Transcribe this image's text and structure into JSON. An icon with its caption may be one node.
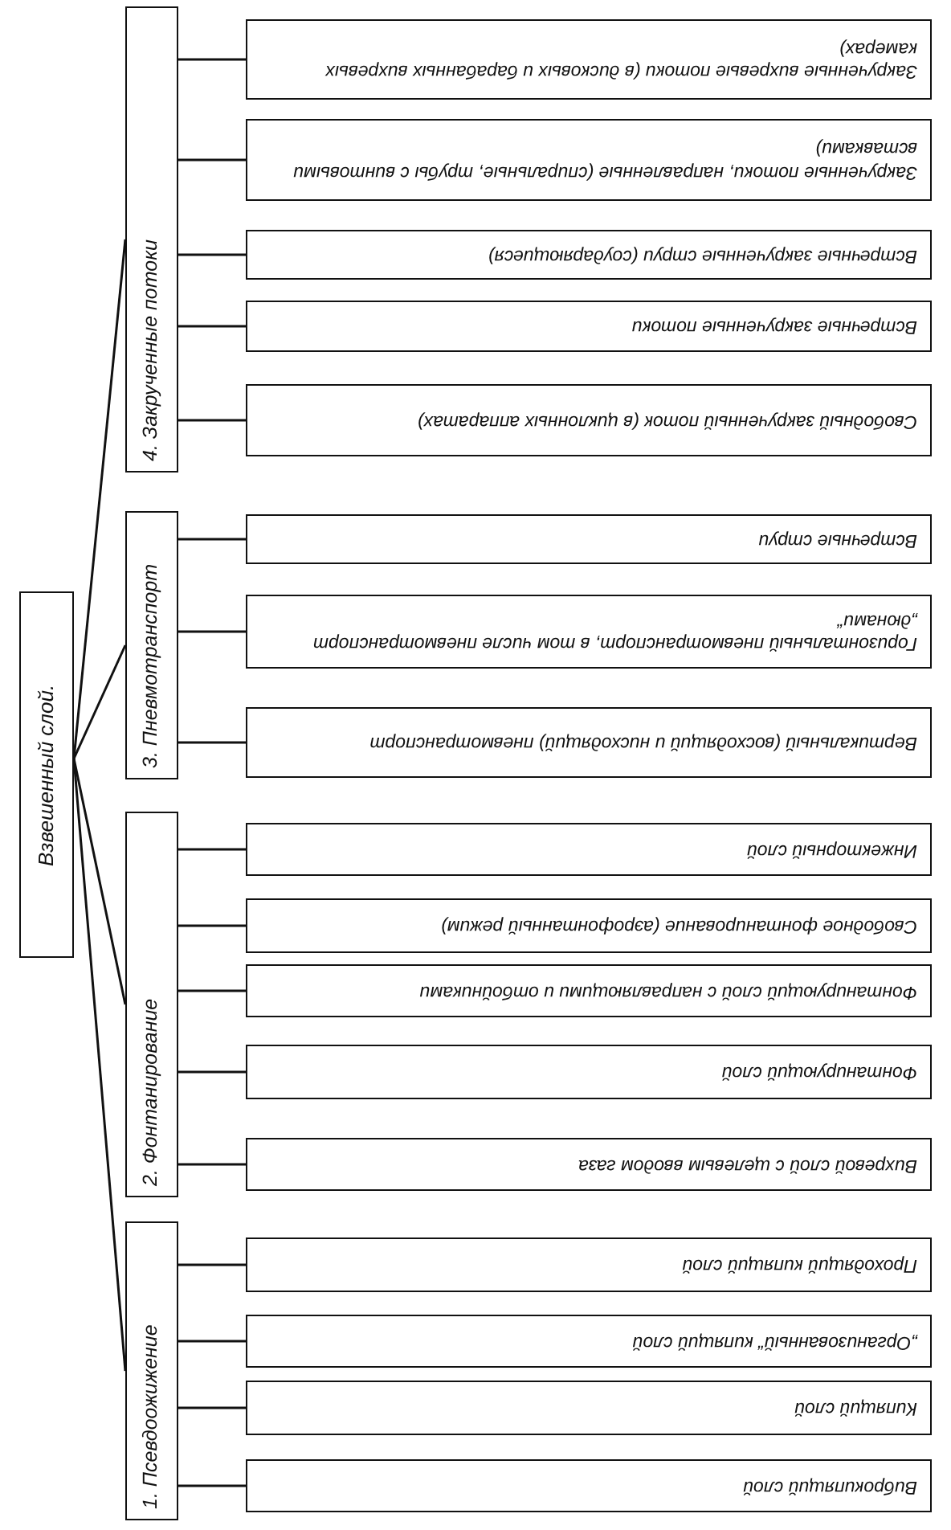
{
  "diagram": {
    "nodes": [
      {
        "text": [
          "Взвешенный слой."
        ]
      },
      {
        "text": [
          "1. Псевдоожижение"
        ]
      },
      {
        "text": [
          "Виброкипящий слой"
        ]
      },
      {
        "text": [
          "Кипящий слой"
        ]
      },
      {
        "text": [
          "„Организованный“ кипящий слой"
        ]
      },
      {
        "text": [
          "Проходящий кипящий слой"
        ]
      },
      {
        "text": [
          "2. Фонтанирование"
        ]
      },
      {
        "text": [
          "Вихревой слой с щелевым вводом газа"
        ]
      },
      {
        "text": [
          "Фонтанирующий слой"
        ]
      },
      {
        "text": [
          "Фонтанирующий слой с направляющими и отбойниками"
        ]
      },
      {
        "text": [
          "Свободное фонтанирование (аэрофонтанный режим)"
        ]
      },
      {
        "text": [
          "Инжекторный слой"
        ]
      },
      {
        "text": [
          "3. Пневмотранспорт"
        ]
      },
      {
        "text": [
          "Вертикальный (восходящий и нисходящий) пневмотранспорт"
        ]
      },
      {
        "text": [
          "Горизонтальный пневмотранспорт, в том числе пневмотранспорт „дюнами“"
        ]
      },
      {
        "text": [
          "Встречные струи"
        ]
      },
      {
        "text": [
          "4. Закрученные потоки"
        ]
      },
      {
        "text": [
          "Свободный закрученный поток (в циклонных аппаратах)"
        ]
      },
      {
        "text": [
          "Встречные закрученные потоки"
        ]
      },
      {
        "text": [
          "Встречные закрученные струи (соударяющиеся)"
        ]
      },
      {
        "text": [
          "Закрученные потоки, направленные (спиральные, трубы с винтовыми вставками)"
        ]
      },
      {
        "text": [
          "Закрученные вихревые потоки (в дисковых и барабанных вихревых камерах)"
        ]
      }
    ],
    "edges": [
      {
        "from": 0,
        "to": 1,
        "arrow": "none"
      },
      {
        "from": 0,
        "to": 6,
        "arrow": "none"
      },
      {
        "from": 0,
        "to": 12,
        "arrow": "none"
      },
      {
        "from": 0,
        "to": 16,
        "arrow": "none"
      },
      {
        "from": 1,
        "to": 2,
        "arrow": "none"
      },
      {
        "from": 1,
        "to": 3,
        "arrow": "none"
      },
      {
        "from": 1,
        "to": 4,
        "arrow": "none"
      },
      {
        "from": 1,
        "to": 5,
        "arrow": "none"
      },
      {
        "from": 6,
        "to": 7,
        "arrow": "none"
      },
      {
        "from": 6,
        "to": 8,
        "arrow": "none"
      },
      {
        "from": 6,
        "to": 9,
        "arrow": "none"
      },
      {
        "from": 6,
        "to": 10,
        "arrow": "none"
      },
      {
        "from": 6,
        "to": 11,
        "arrow": "none"
      },
      {
        "from": 12,
        "to": 13,
        "arrow": "none"
      },
      {
        "from": 12,
        "to": 14,
        "arrow": "none"
      },
      {
        "from": 12,
        "to": 15,
        "arrow": "none"
      },
      {
        "from": 16,
        "to": 17,
        "arrow": "none"
      },
      {
        "from": 16,
        "to": 18,
        "arrow": "none"
      },
      {
        "from": 16,
        "to": 19,
        "arrow": "none"
      },
      {
        "from": 16,
        "to": 20,
        "arrow": "none"
      },
      {
        "from": 16,
        "to": 21,
        "arrow": "none"
      }
    ]
  }
}
